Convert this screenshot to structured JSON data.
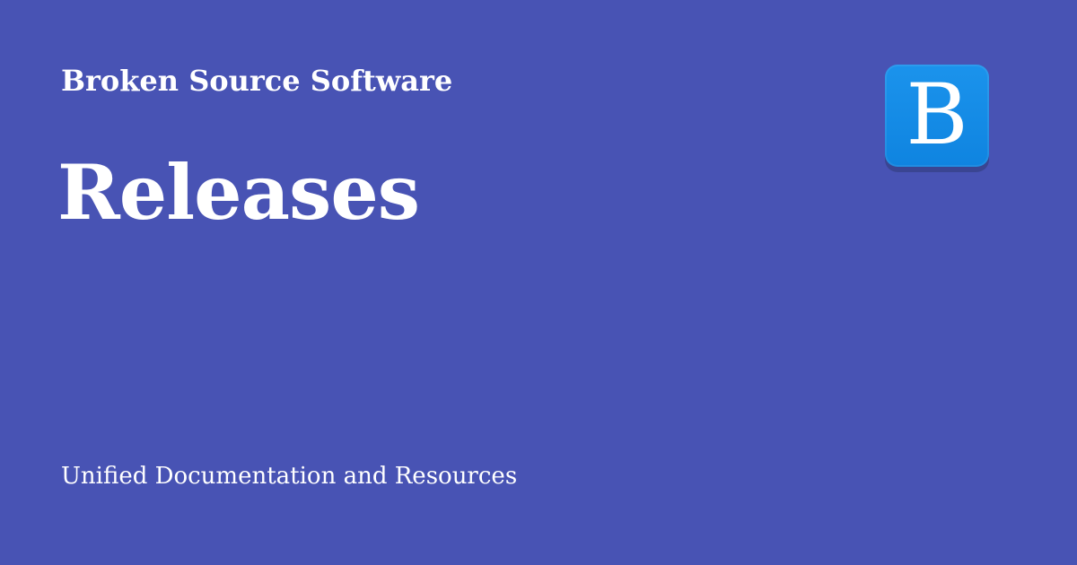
{
  "header": {
    "site_name": "Broken Source Software"
  },
  "main": {
    "title": "Releases"
  },
  "footer": {
    "tagline": "Unified Documentation and Resources"
  },
  "logo": {
    "letter": "B",
    "icon": "letter-b-logo-icon",
    "tile_color": "#1b93ec"
  },
  "colors": {
    "background": "#4853b4",
    "text": "#ffffff"
  }
}
